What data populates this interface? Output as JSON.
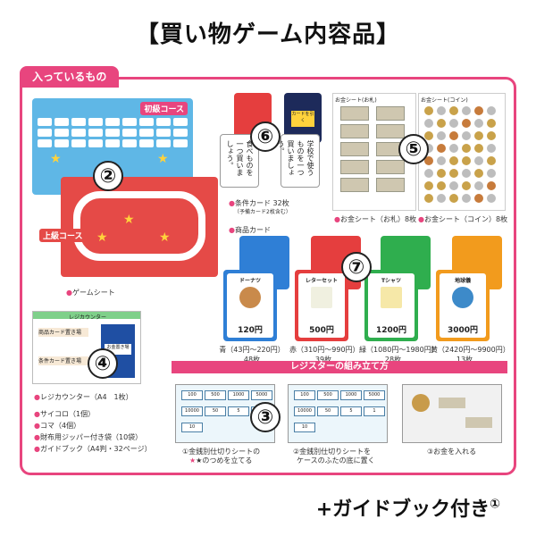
{
  "title": "【買い物ゲーム内容品】",
  "section_tab": "入っているもの",
  "badges": [
    "②",
    "⑥",
    "⑤",
    "⑦",
    "④",
    "③"
  ],
  "game_sheet": {
    "beginner_label": "初級コース",
    "advanced_label": "上級コース",
    "caption": "ゲームシート"
  },
  "condition_cards": {
    "back_text_1": "",
    "back_text_2": "カードを引く",
    "front_text_1": "食べものを一つ買いましょう。",
    "front_text_2": "学校で使うものを一つ買いましょう。",
    "caption": "条件カード 32枚",
    "sub_caption": "（予備カード2枚含む）"
  },
  "money_sheets": {
    "bill_header": "お金シート(お札)",
    "coin_header": "お金シート(コイン)",
    "bill_caption": "お金シート（お札）8枚",
    "coin_caption": "お金シート（コイン）8枚"
  },
  "product_cards": {
    "section_label": "商品カード",
    "items": [
      {
        "name": "ドーナツ",
        "price": "120円",
        "color": "#2f7fd6",
        "range": "青（43円〜220円）",
        "count": "48枚",
        "stars": "★"
      },
      {
        "name": "レターセット",
        "price": "500円",
        "color": "#e53e3e",
        "range": "赤（310円〜990円）",
        "count": "39枚",
        "stars": "★★"
      },
      {
        "name": "Tシャツ",
        "price": "1200円",
        "color": "#2fae4e",
        "range": "緑（1080円〜1980円）",
        "count": "28枚",
        "stars": "★★★"
      },
      {
        "name": "地球儀",
        "price": "3000円",
        "color": "#f29b1d",
        "range": "黄（2420円〜9900円）",
        "count": "13枚",
        "stars": "★★★★"
      }
    ]
  },
  "register": {
    "header_left": "",
    "header_right": "レジカウンター",
    "row1": "商品カード置き場",
    "row2": "条件カード置き場",
    "tray": "お金置き場"
  },
  "list_items": [
    "レジカウンター（A4　1枚）",
    "サイコロ（1個）",
    "コマ（4個）",
    "財布用ジッパー付き袋（10袋）",
    "ガイドブック（A4判・32ページ）"
  ],
  "assembly": {
    "title": "レジスターの組み立て方",
    "step1": "①金銭別仕切りシートの",
    "step1b": "★のつめを立てる",
    "step2": "②金銭別仕切りシートを",
    "step2b": "ケースのふたの底に置く",
    "step3": "③お金を入れる",
    "slots": [
      "100",
      "500",
      "1000",
      "5000",
      "10000",
      "50",
      "5",
      "1",
      "10"
    ]
  },
  "footer": {
    "text": "+ガイドブック付き",
    "badge": "①"
  },
  "colors": {
    "accent": "#e8457e",
    "sheet_blue": "#5fb7e6",
    "sheet_red": "#e54a47"
  }
}
